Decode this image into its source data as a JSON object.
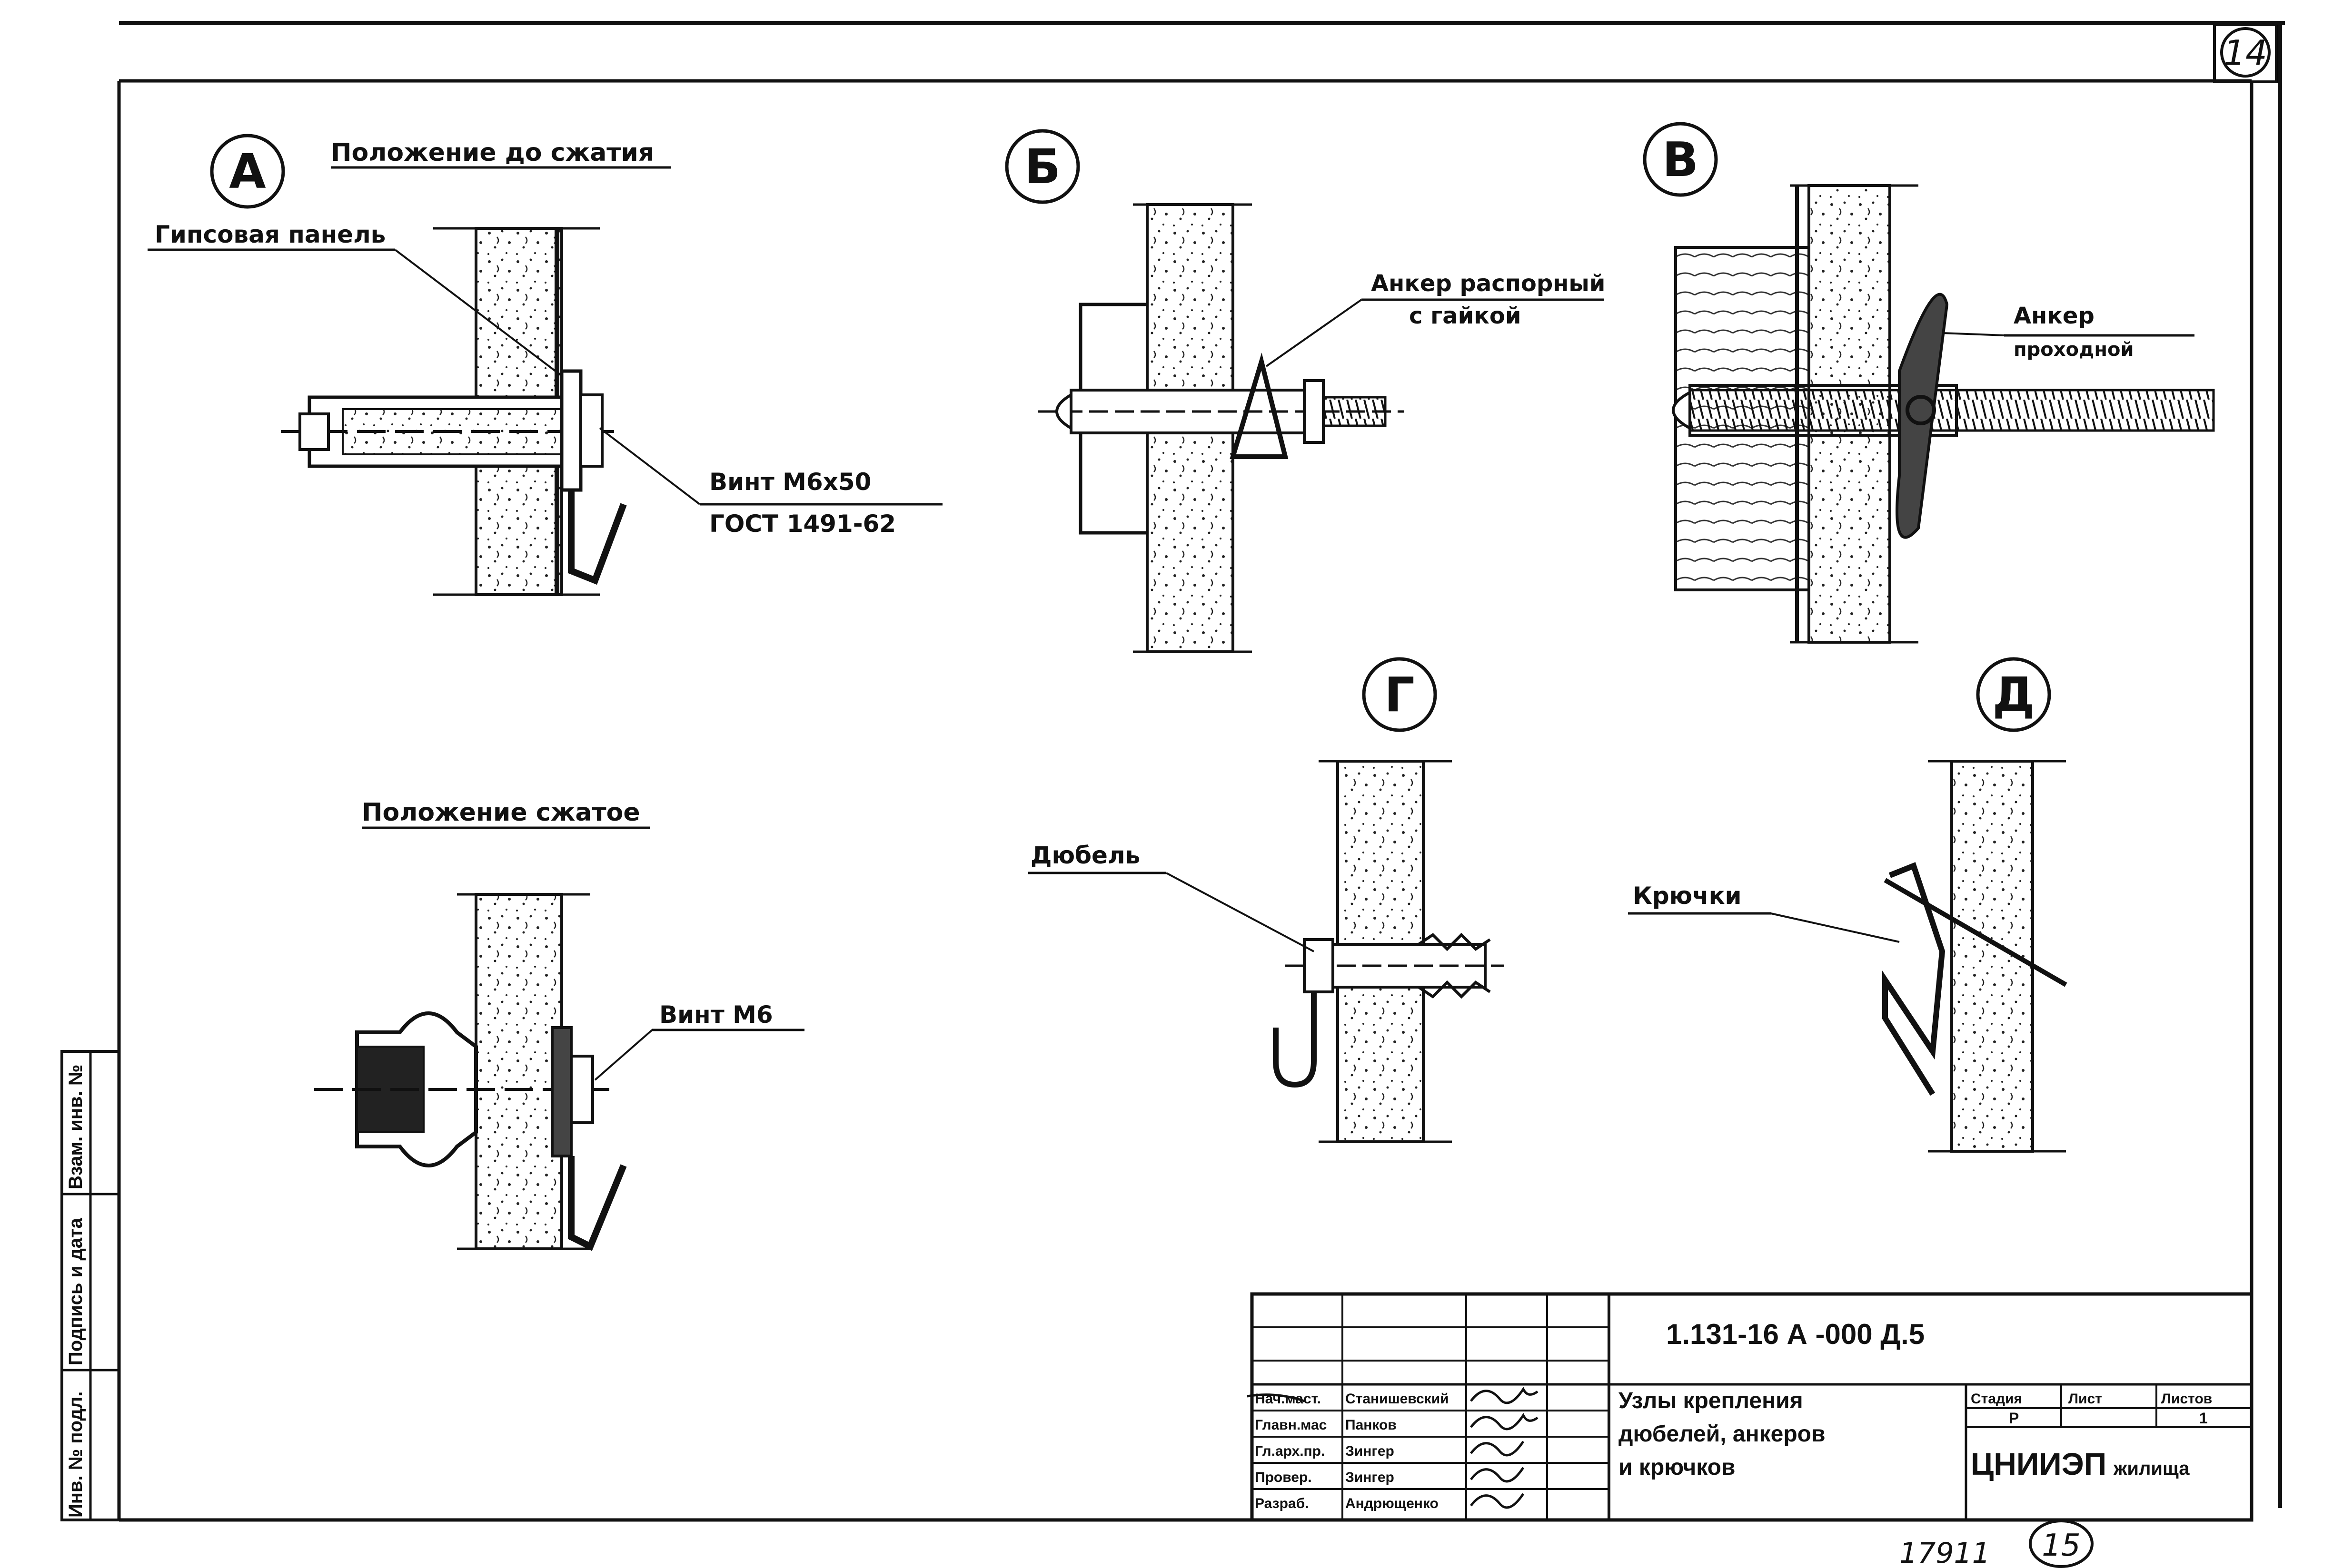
{
  "sheet_number": "14",
  "views": {
    "a": {
      "letter": "А",
      "title_top": "Положение до сжатия",
      "title_bottom": "Положение сжатое",
      "panel_label": "Гипсовая панель",
      "screw_label_1": "Винт М6x50",
      "screw_label_2": "ГОСТ 1491-62",
      "screw_label_bottom": "Винт М6"
    },
    "b": {
      "letter": "Б",
      "anchor_label_1": "Анкер распорный",
      "anchor_label_2": "с гайкой"
    },
    "v": {
      "letter": "В",
      "anchor_label_1": "Анкер",
      "anchor_label_2": "проходной"
    },
    "g": {
      "letter": "Г",
      "dowel_label": "Дюбель"
    },
    "d": {
      "letter": "Д",
      "hooks_label": "Крючки"
    }
  },
  "side_stamp": [
    "Инв. № подл.",
    "Подпись и дата",
    "Взам. инв. №"
  ],
  "title_block": {
    "doc_code": "1.131-16 А -000 Д.5",
    "title": [
      "Узлы крепления",
      "дюбелей, анкеров",
      "и крючков"
    ],
    "roles": [
      {
        "role": "Нач.маст.",
        "name": "Станишевский"
      },
      {
        "role": "Главн.мас",
        "name": "Панков"
      },
      {
        "role": "Гл.арх.пр.",
        "name": "Зингер"
      },
      {
        "role": "Провер.",
        "name": "Зингер"
      },
      {
        "role": "Разраб.",
        "name": "Андрющенко"
      }
    ],
    "stage_header": "Стадия",
    "sheet_header": "Лист",
    "sheets_header": "Листов",
    "stage_value": "Р",
    "sheets_value": "1",
    "organization": "ЦНИИЭП",
    "organization_suffix": "жилища"
  },
  "footer": {
    "inventory": "17911",
    "page": "15"
  }
}
